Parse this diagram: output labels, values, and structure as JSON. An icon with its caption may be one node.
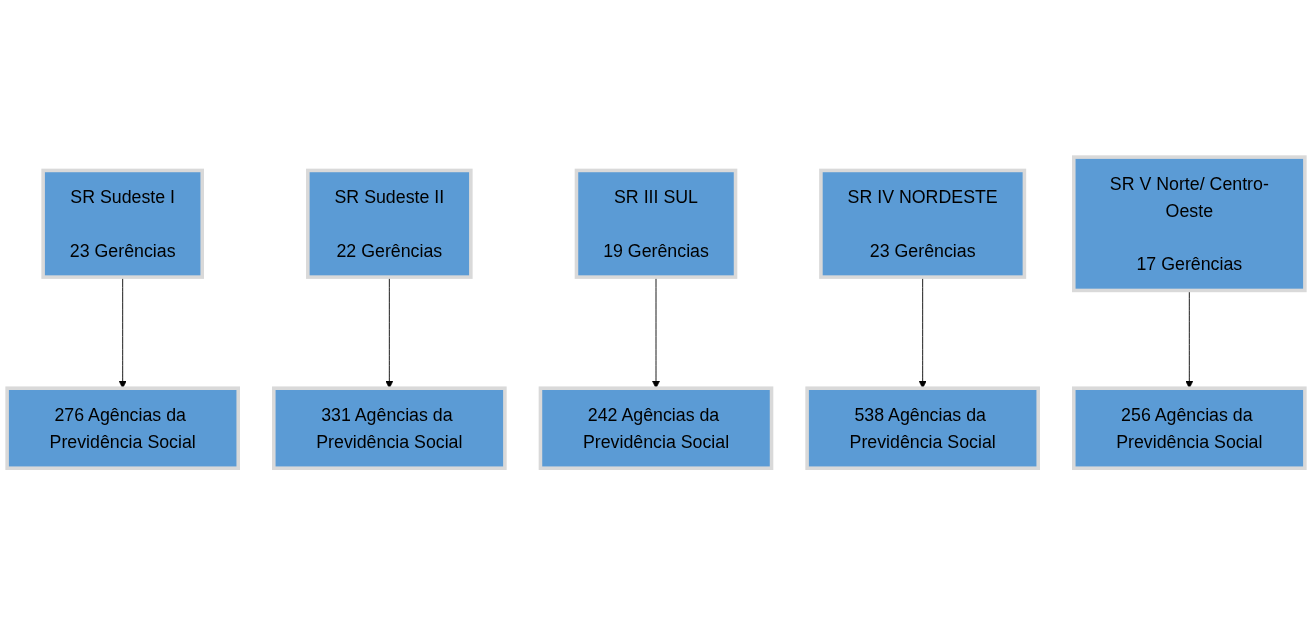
{
  "diagram": {
    "nodes": [
      {
        "text": [
          "SR Sudeste I",
          "23 Gerências"
        ]
      },
      {
        "text": [
          "SR Sudeste II",
          "22 Gerências"
        ]
      },
      {
        "text": [
          "SR III SUL",
          "19 Gerências"
        ]
      },
      {
        "text": [
          "SR IV NORDESTE",
          "23 Gerências"
        ]
      },
      {
        "text": [
          "SR V Norte/ Centro-Oeste",
          "17 Gerências"
        ]
      },
      {
        "text": [
          "276 Agências da Previdência Social"
        ]
      },
      {
        "text": [
          "331 Agências da Previdência Social"
        ]
      },
      {
        "text": [
          "242 Agências da Previdência Social"
        ]
      },
      {
        "text": [
          "538 Agências da Previdência Social"
        ]
      },
      {
        "text": [
          "256 Agências da Previdência Social"
        ]
      }
    ],
    "edges": [
      {
        "from": 0,
        "to": 5,
        "arrow": "to"
      },
      {
        "from": 1,
        "to": 6,
        "arrow": "to"
      },
      {
        "from": 2,
        "to": 7,
        "arrow": "to"
      },
      {
        "from": 3,
        "to": 8,
        "arrow": "to"
      },
      {
        "from": 4,
        "to": 9,
        "arrow": "to"
      }
    ]
  }
}
